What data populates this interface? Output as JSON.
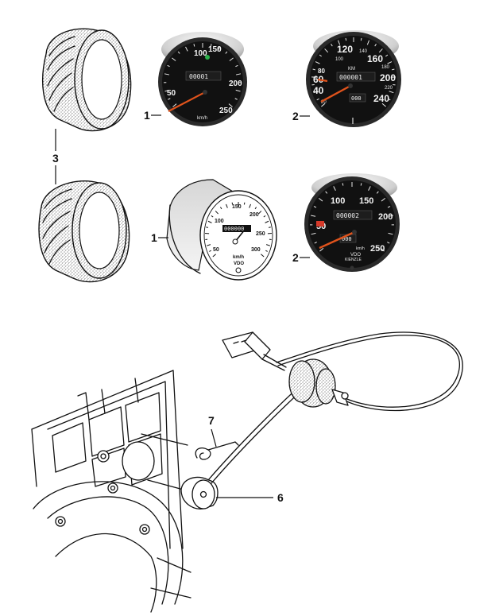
{
  "callouts": {
    "item1_top": "1",
    "item2_top": "2",
    "item3": "3",
    "item1_bottom": "1",
    "item2_bottom": "2",
    "item6": "6",
    "item7": "7"
  },
  "gauge_a": {
    "numbers": [
      "100",
      "150",
      "200",
      "50",
      "250"
    ],
    "odometer": "00001",
    "unit": "km/h"
  },
  "gauge_b": {
    "numbers": [
      "120",
      "140",
      "160",
      "100",
      "180",
      "80",
      "200",
      "60",
      "220",
      "40",
      "240",
      "20"
    ],
    "top_small": "KM",
    "odometer": "000001",
    "trip": "000"
  },
  "gauge_c": {
    "numbers": [
      "150",
      "100",
      "200",
      "250",
      "50",
      "300"
    ],
    "odometer": "000000",
    "unit": "km/h",
    "brand": "VDO"
  },
  "gauge_d": {
    "numbers": [
      "100",
      "150",
      "200",
      "50",
      "250"
    ],
    "odometer": "000002",
    "trip": "000",
    "unit": "km/h",
    "brand": "VDO",
    "brand_sub": "KIENZLE"
  },
  "colors": {
    "needle": "#e0531c",
    "dial": "#111111",
    "bezel": "#2a2a2a",
    "stipple": "#555555"
  }
}
